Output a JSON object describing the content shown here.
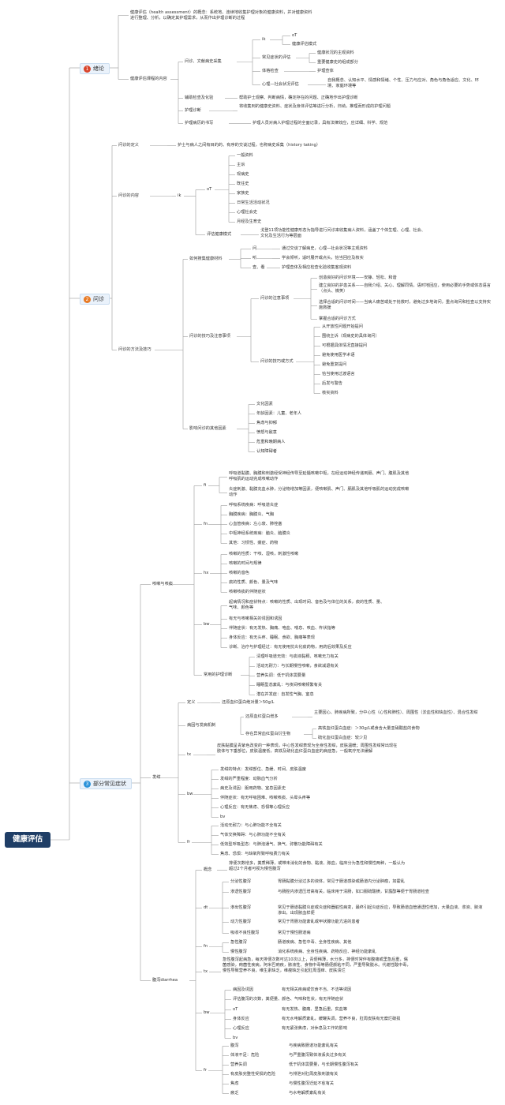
{
  "root": "健康评估",
  "s1": {
    "badge": "1",
    "label": "绪论",
    "definition": "健康评估（health assessment）的概念：系统地、连续地收集护理对象的健康资料，并对健康资料进行整理、分析，以确定其护理需求，从而作出护理诊断的过程",
    "content": "健康评估课程的内容",
    "inquiry": "问诊、文献病史采集",
    "ik": "ik",
    "oT": "oT",
    "ikmodel": "健康评估模式",
    "symptom": "常见症状的评估",
    "sym1": "健康状况的主观资料",
    "sym2": "重要健康史的组成部分",
    "exam": "体格检查",
    "exam1": "护理查体",
    "psych": "心理—社会状况评估",
    "psych1": "自我概念、认知水平、情感和情绪、个性、压力与应对、角色与角色适应、文化、环境、家庭环境等",
    "lab": "辅助检查及化验",
    "lab1": "帮助护士观察、判断病情，确定存在的问题、正确地作出护理诊断",
    "diag": "护理诊断",
    "diag1": "将收集到的健康史资料、症状及身体评估等进行分析，归纳，推理而形成的护理问题",
    "record": "护理病历的书写",
    "record1": "护理人员对病人护理过程的全面记录，具有法律效应，应详细、科学、规范"
  },
  "s2": {
    "badge": "2",
    "label": "问诊",
    "def": "问诊的定义",
    "def1": "护士与病人之间有目的的、有序的交谈过程，也称病史采集（history taking）",
    "content": "问诊的内容",
    "ik": "ik",
    "oT": "oT",
    "items": [
      "一般资料",
      "主诉",
      "现病史",
      "既往史",
      "家族史",
      "日常生活活动状况",
      "心理社会史",
      "月经及生育史"
    ],
    "model": "评估健康模式",
    "model1": "戈登11项功能性健康形态为指导进行问诊来收集病人资料，涵盖了个体生理、心理、社会、文化及生活行为等层面",
    "method": "问诊的方法及技巧",
    "collect": "如何搜集健康材料",
    "c1k": "问",
    "c1v": "通过交谈了解病史，心理—社会状况等主观资料",
    "c2k": "听",
    "c2v": "学会倾听，适时展开或点头，恰当回应及核实",
    "c3k": "查、看",
    "c3v": "护理查体及相应检查化验收集客观资料",
    "skills": "问诊的技巧及注意事项",
    "attention": "问诊的注意事项",
    "att": [
      "创造良好的问诊环境——安静、轻松、和谐",
      "建立良好的护患关系——自我介绍、关心、理解同情，语时地回应，使用必要的手势或体态语言（点头、微笑）",
      "选择合适的问诊时间——当病人痛苦或处于抢救时，避免过多地询问，重点询问和检查以支持实施救援",
      "掌握合适的问诊方式"
    ],
    "way": "问诊的技巧或方式",
    "ways": [
      "从开放性问题开始提问",
      "围绕主诉（现病史的具体询问）",
      "可根据具体情况直接提问",
      "避免使用医学术语",
      "避免重复提问",
      "恰当使用过渡语言",
      "后发与警告",
      "核实资料"
    ],
    "factors": "影响问诊的其他因素",
    "fac": [
      "文化因素",
      "年龄因素：儿童、老年人",
      "焦虑与抑郁",
      "愤怒与敌意",
      "危重和晚期病人",
      "认知障碍者"
    ]
  },
  "s3": {
    "badge": "3",
    "label": "部分常见症状",
    "cough": "咳嗽与咳痰",
    "fi": "fi",
    "fi1": "呼吸道黏膜、胸膜和刺激经受神经传导至延髓咳嗽中枢，在经运动神经传递到膈、声门、腹肌及其他呼吸肌的运动完成咳嗽动作",
    "fi2": "炎症刺激、黏膜充血水肿，分泌物增加等因素，便咳嗽肌、声门、膈肌及其他呼吸肌的运动完成咳嗽动作",
    "fn": "fn",
    "fnItems": [
      "呼吸系统疾病：呼吸道炎症",
      "胸膜疾病：胸膜炎、气胸",
      "心血管疾病：左心衰、肺栓塞",
      "中枢神经系统疾病：脑炎、脑膜炎",
      "其他：习惯性、癔症、药物"
    ],
    "hx": "hx",
    "hxItems": [
      "咳嗽的性质：干咳、湿咳，刺激性咳嗽",
      "咳嗽的时间与规律",
      "咳嗽的音色",
      "痰的性质、颜色、量及气味",
      "咳嗽咳痰的伴随症状"
    ],
    "bw": "bw",
    "bwItems": [
      "起病情况和症状特点：咳嗽的性质、出现时间、音色及与体位的关系，痰的性质、量、气味、颜色等",
      "有无与咳嗽相关的诱因和诱因",
      "伴随症状：有无发热、胸痛、咯血、喘息、咳血、杵状指等",
      "身体反应：有无头疼、睡眠、食欲、胸痛等表现",
      "诊断、治疗与护理经过：有无使用抗炎化痰药物，用药后效果及反应"
    ],
    "nursing": "常用的护理诊断",
    "nurseItems": [
      "清理呼吸道无效：与痰液黏稠、咳嗽无力有关",
      "活动无耐力：与长期慢性咳嗽，食欲减退有关",
      "营养失调：低于机体需要量",
      "睡眠型态紊乱：与夜间咳嗽频繁有关",
      "潜在并发症：自发性气胸、窒息"
    ],
    "cyan": "发绀",
    "cdef": "定义",
    "cdef1": "还原血红蛋白绝对量＞50g/L",
    "cause": "病因与发病机制",
    "central": "还原血红蛋白增多",
    "central1": "主要因心、肺疾病所致，分中心性（心性和肺性）、周围性（淤血性和缺血性）、混合性发绀",
    "abnormal": "存在异常血红蛋白衍生物",
    "ab1": "高铁血红蛋白血症：＞30g/L或食含大量亚硝酸盐的食物",
    "ab2": "硫化血红蛋白血症：较少见",
    "tx": "tx",
    "tx1": "皮肤黏膜呈青紫色改变的一种表现，中心性发绀表现为全身性发绀，皮肤温暖；周围性发绀常出现在肢体与下垂部位，皮肤温度低，高铁及硫化血红蛋白血症的病症急，一般氧疗无法缓解",
    "bwc": "bw",
    "bwcItems": [
      "发绀的特点：发绀部位、急缓、时间、皮肤温度",
      "发绀的严重程度：动脉血气分析",
      "病史及诱因：服用药物、室息因素史",
      "伴随症状：有无呼吸困难、咳嗽咳痰、头晕头疼等",
      "心理反应：有无焦虑、恐惧等心理反应"
    ],
    "bw6": "bv",
    "fr": "fr",
    "frItems": [
      "活动无耐力：与心肺功能不全有关",
      "气体交换障碍：与心肺功能不全有关",
      "低效型呼吸型态：与肺泡通气、换气、弥散功能障碍有关",
      "焦虑、恐惧：与缺氧所致呼吸费力有关"
    ],
    "diarrhea": "腹泻diarrhea",
    "concept": "概念",
    "concept1": "排便次数增多，粪质稀薄，或带未消化的食物、黏液、脓血，临床分为急性和慢性两种，一般认为超过2个月者可视为慢性腹泻",
    "dt": "dt",
    "dtItems": [
      {
        "k": "分泌性腹泻",
        "v": "胃肠黏膜分泌过多的液体，常见于肠道感染或肠道内分泌肿瘤，如霍乱"
      },
      {
        "k": "渗透性腹泻",
        "v": "与肠腔内渗透压增高有关，临床用于清肠，如口服硫酸镁，甘露醇等便于胃肠道检查"
      },
      {
        "k": "渗出性腹泻",
        "v": "常见于肠道黏膜炎症或炎症和器脏性病变，最终引起炎症反应，导致肠道血管通透性增加，大量血液、浆液、脓液渗出，出现脓血样便"
      },
      {
        "k": "动力性腹泻",
        "v": "常见于胃肠功能紊乱或甲状腺功能亢进的患者"
      },
      {
        "k": "吸收不良性腹泻",
        "v": "常见于慢性肠道病"
      }
    ],
    "fnd": [
      {
        "k": "急性腹泻",
        "v": "肠道疾病、急性中毒、全身性疾病、其他"
      },
      {
        "k": "慢性腹泻",
        "v": "消化系统疾病、全身性疾病、药物反应、神经功能紊乱"
      }
    ],
    "txd": "tx",
    "txd1": "急性腹泻起病急，每天排便次数可达10次以上，青便稀薄，水分多，排便时常伴有腹痛或里急后重，儒菌感染，痢菌性疾病，阿米巴痢疾，脓液性、食物中毒等肠便颜粘不同，严重导致脱水。代谢性酸中毒，慢性导致营养不良，维生素缺乏，维瘦缺乏引起肛周湿痒、皮肤溃烂",
    "bwd": "bw",
    "bwdItems": [
      {
        "k": "病因及诱因",
        "v": "有无相关疾病或饮食不当、不洁等诱因"
      },
      {
        "k": "评估腹泻的次数，粪便量、颜色、气味和性状，有无伴随症状",
        "v": ""
      },
      {
        "k": "oT",
        "v": "有无发热、腹痛、里急后重，贫血等"
      },
      {
        "k": "身体反应",
        "v": "有无水电解质紊乱，缓罐失调，营养不良，肛周皮肤有无糜烂破损"
      },
      {
        "k": "心理反应",
        "v": "有无紧张焦虑，对休息及工作的影响"
      },
      {
        "k": "bv",
        "v": ""
      }
    ],
    "frd": "fr",
    "frdItems": [
      {
        "k": "腹泻",
        "v": "与疾病致肠道功能紊乱有关"
      },
      {
        "k": "体液不足：危险",
        "v": "与严重腹泻致体液丢失过多有关"
      },
      {
        "k": "营养失调",
        "v": "低于机体需要量，与长期慢性腹泻有关"
      },
      {
        "k": "有皮肤完整性受损的危险",
        "v": "与排泄对肛周皮肤刺激有关"
      },
      {
        "k": "焦虑",
        "v": "与慢性腹泻迁延不愈有关"
      },
      {
        "k": "疲乏",
        "v": "与水电解质紊乱有关"
      }
    ]
  },
  "colors": {
    "root": "#1f3e66",
    "badge1": "#d9452b",
    "badge2": "#e87a24",
    "badge3": "#2b92d9",
    "line": "#9a9a9a"
  }
}
